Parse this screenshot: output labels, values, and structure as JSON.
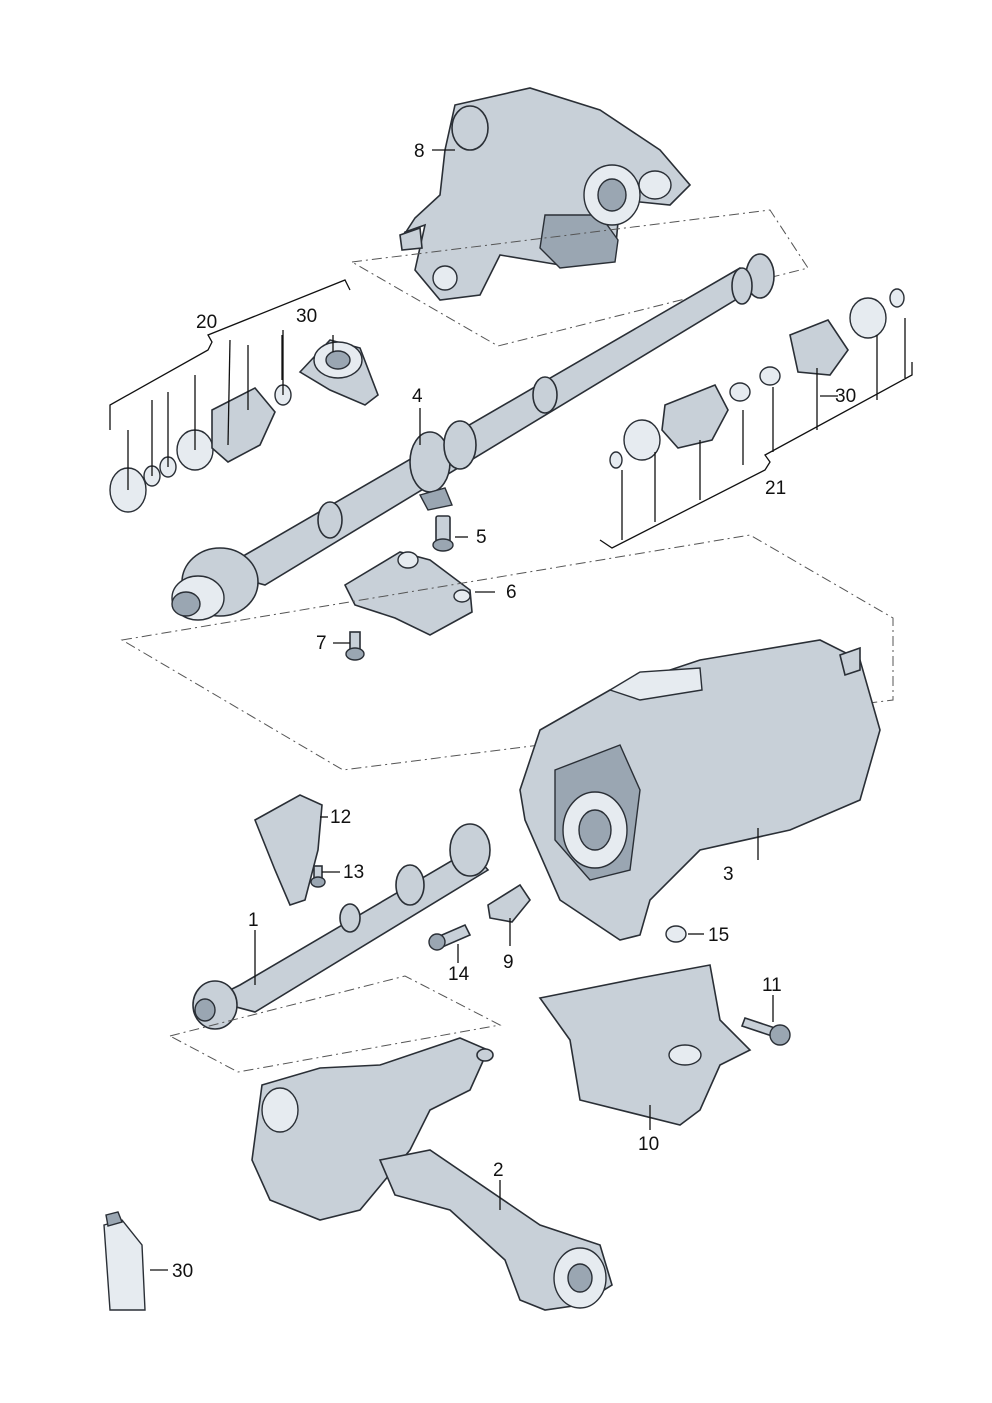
{
  "callouts": {
    "c1": "1",
    "c2": "2",
    "c3": "3",
    "c4": "4",
    "c5": "5",
    "c6": "6",
    "c7": "7",
    "c8": "8",
    "c9": "9",
    "c10": "10",
    "c11": "11",
    "c12": "12",
    "c13": "13",
    "c14": "14",
    "c15": "15",
    "c20": "20",
    "c21": "21",
    "c30a": "30",
    "c30b": "30",
    "c30c": "30"
  },
  "colors": {
    "part_fill": "#c8d0d8",
    "part_outline": "#2a2f36",
    "background": "#ffffff"
  }
}
